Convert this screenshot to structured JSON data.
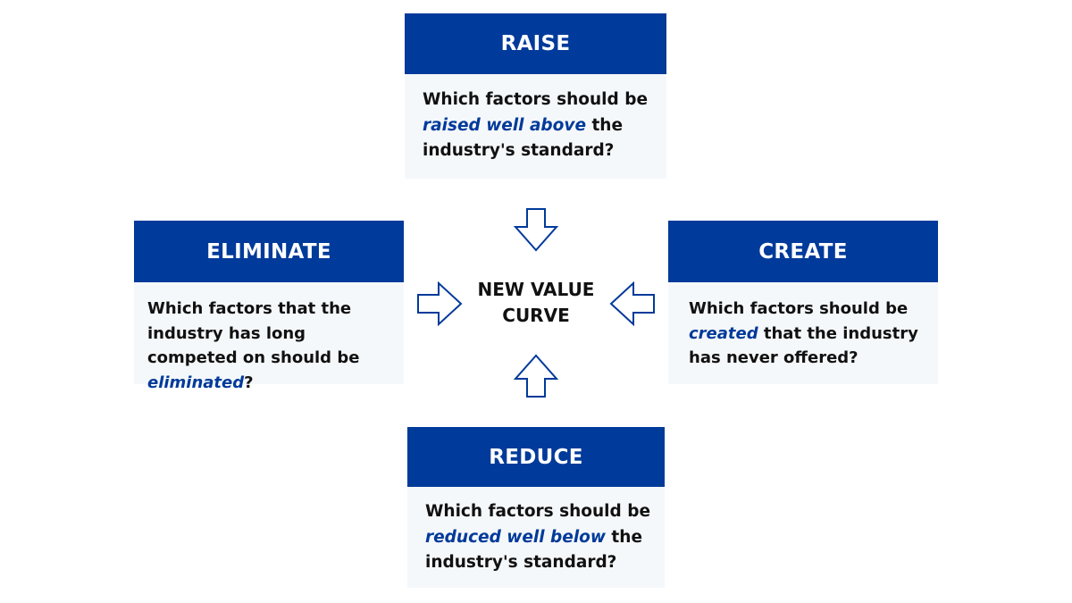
{
  "center": {
    "line1": "NEW VALUE",
    "line2": "CURVE"
  },
  "raise": {
    "title": "RAISE",
    "before": "Which factors should be ",
    "emphasis": "raised well above",
    "after": " the industry's standard?"
  },
  "eliminate": {
    "title": "ELIMINATE",
    "before": "Which factors that the industry has long competed on should be ",
    "emphasis": "eliminated",
    "after": "?"
  },
  "create": {
    "title": "CREATE",
    "before": "Which factors should be ",
    "emphasis": "created",
    "after": " that the industry has never offered?"
  },
  "reduce": {
    "title": "REDUCE",
    "before": "Which factors should be ",
    "emphasis": "reduced well below",
    "after": " the industry's standard?"
  },
  "colors": {
    "accent": "#003a9a",
    "card_background": "#f5f8fa",
    "text": "#111111"
  },
  "icons": [
    "arrow-down-icon",
    "arrow-right-icon",
    "arrow-left-icon",
    "arrow-up-icon"
  ]
}
